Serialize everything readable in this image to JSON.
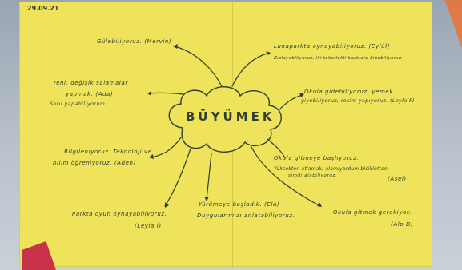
{
  "date": "29.09.21",
  "center": "BÜYÜMEK",
  "notes": [
    {
      "text": "Gülebiliyoruz. (Mervin)"
    },
    {
      "text": "Lunaparkta oynayabiliyoruz. (Eylül)"
    },
    {
      "text": "Zıplayabiliyoruz, iki tekerlekli bisiklete binebiliyoruz."
    },
    {
      "text": "Yeni, değişik salamalar"
    },
    {
      "text": "yapmak. (Ada)"
    },
    {
      "text": "Soru yapabiliyorum."
    },
    {
      "text": "Okula gidebiliyoruz, yemek"
    },
    {
      "text": "yiyebiliyoruz, resim yapıyoruz. (Leyla F)"
    },
    {
      "text": "Bilgileniyoruz. Teknoloji ve"
    },
    {
      "text": "bilim öğreniyoruz. (Aden)"
    },
    {
      "text": "Okula gitmeye başlıyoruz."
    },
    {
      "text": "Yüksekten atlamak, alamıyordum bisikletten"
    },
    {
      "text": "şimdi alabiliyoruz."
    },
    {
      "text": "(Asel)"
    },
    {
      "text": "Parkta oyun oynayabiliyoruz."
    },
    {
      "text": "(Leyla İ)"
    },
    {
      "text": "Yürümeye başladık. (Ela)"
    },
    {
      "text": "Duygularımızı anlatabiliyoruz."
    },
    {
      "text": "Okula gitmek gerekiyor."
    },
    {
      "text": "(Alp D)"
    }
  ]
}
